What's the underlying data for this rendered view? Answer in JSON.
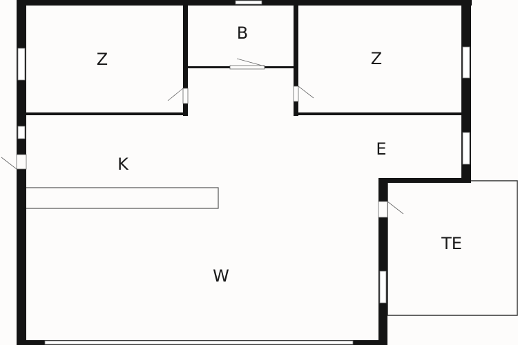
{
  "floor_plan": {
    "rooms": [
      {
        "id": "bedroom-left",
        "label": "Z"
      },
      {
        "id": "bathroom",
        "label": "B"
      },
      {
        "id": "bedroom-right",
        "label": "Z"
      },
      {
        "id": "kitchen",
        "label": "K"
      },
      {
        "id": "entrance",
        "label": "E"
      },
      {
        "id": "living",
        "label": "W"
      },
      {
        "id": "terrace",
        "label": "TE"
      }
    ],
    "colors": {
      "wall": "#141414",
      "floor": "#fdfcfb",
      "window": "#ffffff"
    }
  }
}
